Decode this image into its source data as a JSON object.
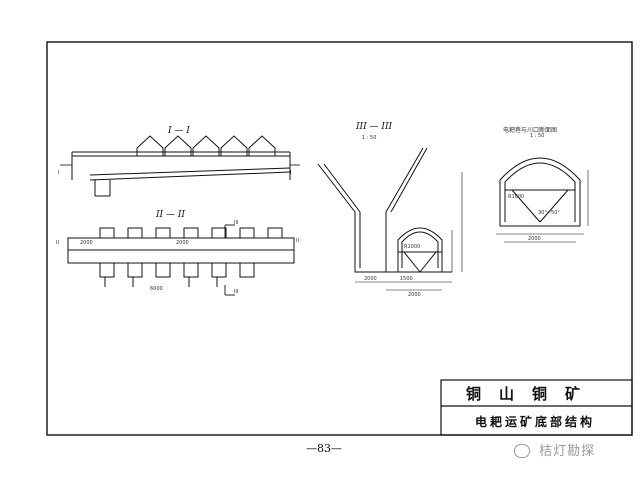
{
  "title_block": {
    "mine_name": "铜山铜矿",
    "drawing_title": "电耙运矿底部结构"
  },
  "page_number": "—83—",
  "watermark": "桔灯勘探",
  "sections": {
    "s1": "I — I",
    "s2": "II — II",
    "s3": "III — III",
    "s3_scale": "1 : 50",
    "s4": "电耙巷与川口断面图",
    "s4_scale": "1 : 50"
  },
  "markers": {
    "I_left": "I",
    "I_right": "I",
    "II_left": "II",
    "II_right": "II",
    "III_top": "III",
    "III_bottom": "III"
  },
  "dims": {
    "d1": "2000",
    "d2": "2000",
    "d3": "1500",
    "d4": "2000",
    "d5": "R1000",
    "d6": "R1000",
    "d7": "30°~50°",
    "d8": "2000",
    "d9": "2000",
    "d10": "6000"
  }
}
